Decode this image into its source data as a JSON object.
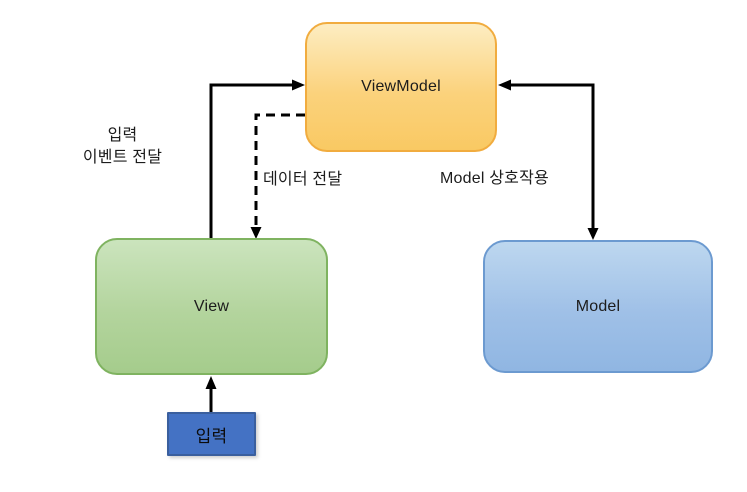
{
  "diagram": {
    "type": "mvvm-architecture",
    "nodes": {
      "viewmodel": {
        "label": "ViewModel",
        "fill_top": "#FDEDC2",
        "fill_bottom": "#F9C963",
        "border": "#F1AC3F"
      },
      "view": {
        "label": "View",
        "fill_top": "#CBE4BD",
        "fill_bottom": "#A5CC8C",
        "border": "#7FB360"
      },
      "model": {
        "label": "Model",
        "fill_top": "#BDD7EF",
        "fill_bottom": "#90B6E2",
        "border": "#6C9AD0"
      },
      "input": {
        "label": "입력",
        "fill": "#4472C4",
        "border": "#3A5F9E"
      }
    },
    "edge_labels": {
      "input_event_line1": "입력",
      "input_event_line2": "이벤트 전달",
      "data_delivery": "데이터 전달",
      "model_interaction": "Model 상호작용"
    },
    "edges": [
      {
        "from": "view",
        "to": "viewmodel",
        "style": "solid",
        "label": "입력 이벤트 전달"
      },
      {
        "from": "viewmodel",
        "to": "view",
        "style": "dashed",
        "label": "데이터 전달"
      },
      {
        "from": "viewmodel",
        "to": "model",
        "style": "solid-bidirectional",
        "label": "Model 상호작용"
      },
      {
        "from": "input",
        "to": "view",
        "style": "solid",
        "label": ""
      }
    ],
    "arrow_color": "#000000",
    "background": "#FFFFFF"
  }
}
